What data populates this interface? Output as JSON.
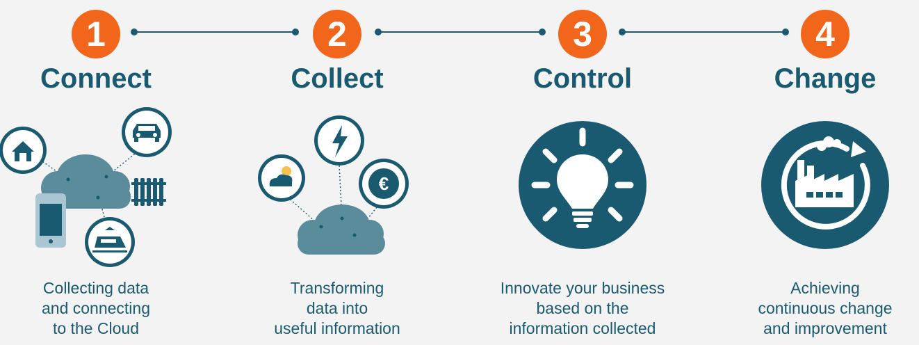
{
  "colors": {
    "accent": "#f2661c",
    "primary": "#1a5a70",
    "cloud": "#5a8c9c",
    "background": "#f3f3f3"
  },
  "steps": [
    {
      "number": "1",
      "title": "Connect",
      "caption": [
        "Collecting data",
        "and connecting",
        "to the Cloud"
      ],
      "icons": [
        "cloud-icon",
        "home-icon",
        "car-icon",
        "radiator-icon",
        "smartphone-icon",
        "train-icon"
      ]
    },
    {
      "number": "2",
      "title": "Collect",
      "caption": [
        "Transforming",
        "data into",
        "useful information"
      ],
      "icons": [
        "cloud-icon",
        "weather-icon",
        "lightning-icon",
        "euro-icon"
      ]
    },
    {
      "number": "3",
      "title": "Control",
      "caption": [
        "Innovate your business",
        "based on the",
        "information collected"
      ],
      "icons": [
        "lightbulb-icon"
      ]
    },
    {
      "number": "4",
      "title": "Change",
      "caption": [
        "Achieving",
        "continuous change",
        "and improvement"
      ],
      "icons": [
        "factory-icon",
        "cycle-arrow-icon"
      ]
    }
  ]
}
